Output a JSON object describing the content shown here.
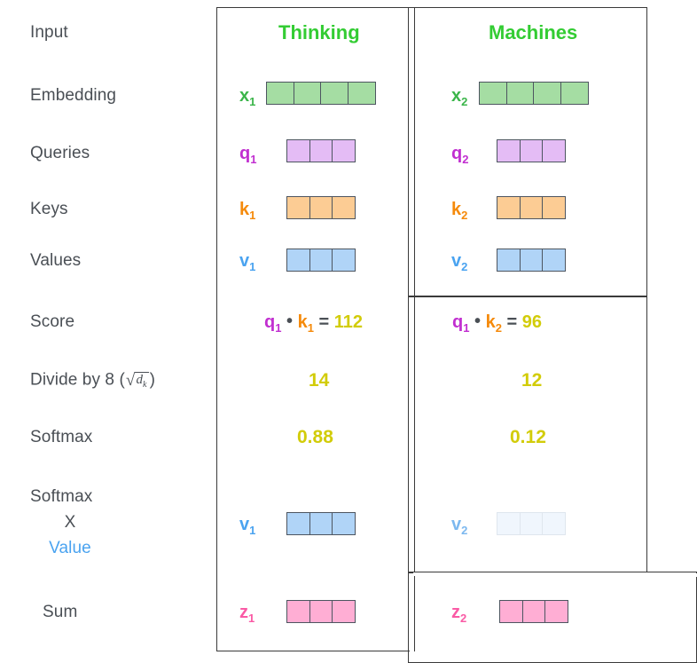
{
  "diagram": {
    "title": "self-attention-calculation",
    "colors": {
      "embedding_green": "#a5dda3",
      "query_purple": "#e4bcf5",
      "key_orange": "#fccc94",
      "value_blue": "#b0d4f7",
      "sum_pink": "#ffaed4",
      "value_faded": "#f0f6fd",
      "score_yellow": "#d2cc09",
      "header_green": "#33cc33",
      "label_gray": "#4a4f55",
      "sym_q": "#c12fd0",
      "sym_k": "#f58a0b",
      "sym_v": "#4aa3f0",
      "sym_z": "#fa5aa5",
      "sym_x": "#3bb54a",
      "cell_border": "#4d5560",
      "outline": "#3a3a3a"
    },
    "row_labels": {
      "input": "Input",
      "embedding": "Embedding",
      "queries": "Queries",
      "keys": "Keys",
      "values": "Values",
      "score": "Score",
      "divide_prefix": "Divide by 8 (",
      "divide_sqrt": "√",
      "divide_d": "d",
      "divide_k": "k",
      "divide_suffix": ")",
      "softmax": "Softmax",
      "softmax_x_line1": "Softmax",
      "softmax_x_line2": "X",
      "softmax_x_line3": "Value",
      "sum": "Sum"
    },
    "columns": [
      {
        "header": "Thinking",
        "index": 1
      },
      {
        "header": "Machines",
        "index": 2
      }
    ],
    "vectors": {
      "x1": "x",
      "x1_sub": "1",
      "x2": "x",
      "x2_sub": "2",
      "q1": "q",
      "q1_sub": "1",
      "q2": "q",
      "q2_sub": "2",
      "k1": "k",
      "k1_sub": "1",
      "k2": "k",
      "k2_sub": "2",
      "v1": "v",
      "v1_sub": "1",
      "v2": "v",
      "v2_sub": "2",
      "v1b": "v",
      "v1b_sub": "1",
      "v2b": "v",
      "v2b_sub": "2",
      "z1": "z",
      "z1_sub": "1",
      "z2": "z",
      "z2_sub": "2"
    },
    "score": {
      "col1": {
        "q": "q",
        "q_sub": "1",
        "dot": "•",
        "k": "k",
        "k_sub": "1",
        "eq": "=",
        "value": "112"
      },
      "col2": {
        "q": "q",
        "q_sub": "1",
        "dot": "•",
        "k": "k",
        "k_sub": "2",
        "eq": "=",
        "value": "96"
      }
    },
    "divide": {
      "col1": "14",
      "col2": "12"
    },
    "softmax_values": {
      "col1": "0.88",
      "col2": "0.12"
    }
  }
}
